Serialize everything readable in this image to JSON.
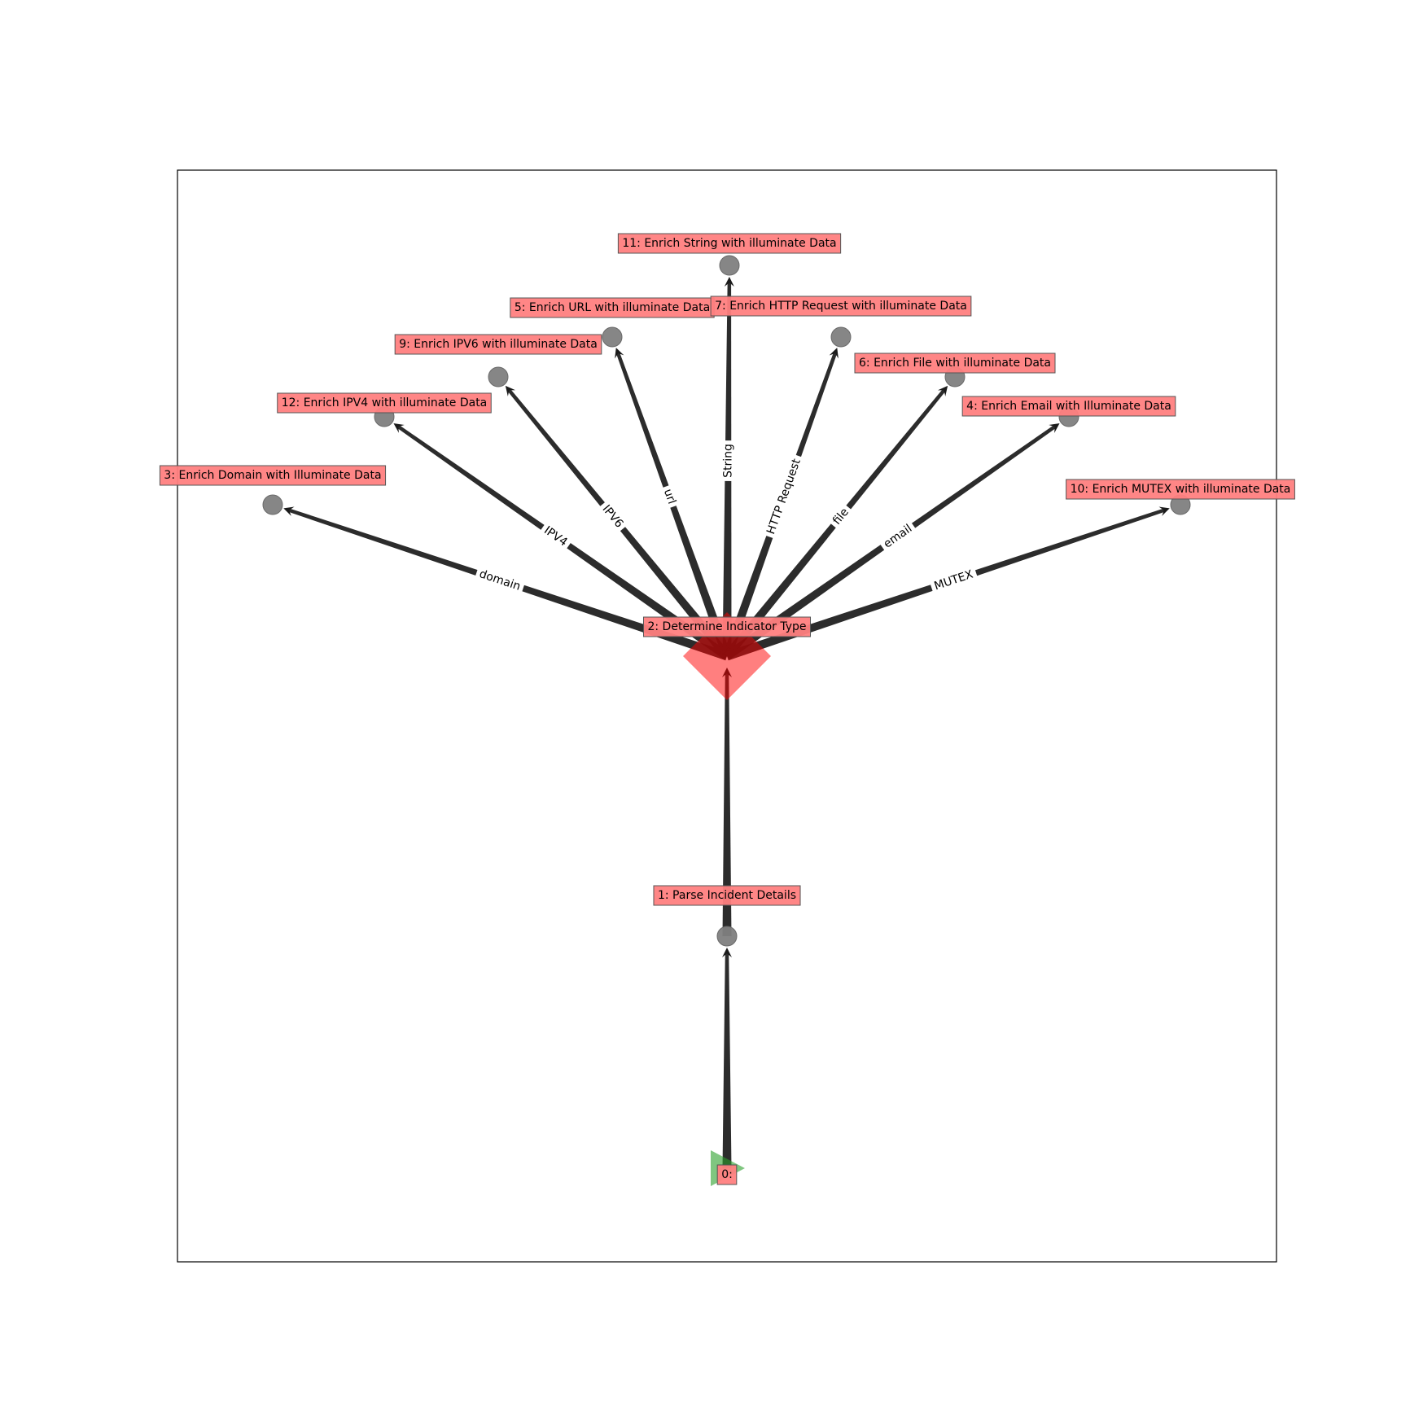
{
  "diagram": {
    "colors": {
      "edge": "#1a1a1a",
      "task_node": "#808080",
      "label_fill": "#ff7f7f",
      "label_stroke": "#555555",
      "decision_node": "#ff0000",
      "start_node": "#2ca02c",
      "frame": "#000000"
    },
    "nodes": [
      {
        "id": "0",
        "label": "0:",
        "shape": "start-triangle"
      },
      {
        "id": "1",
        "label": "1: Parse Incident Details",
        "shape": "circle"
      },
      {
        "id": "2",
        "label": "2: Determine Indicator Type",
        "shape": "diamond"
      },
      {
        "id": "3",
        "label": "3: Enrich Domain with Illuminate Data",
        "shape": "circle"
      },
      {
        "id": "4",
        "label": "4: Enrich Email with Illuminate Data",
        "shape": "circle"
      },
      {
        "id": "5",
        "label": "5: Enrich URL with illuminate Data",
        "shape": "circle"
      },
      {
        "id": "6",
        "label": "6: Enrich File with illuminate Data",
        "shape": "circle"
      },
      {
        "id": "7",
        "label": "7: Enrich HTTP Request with illuminate Data",
        "shape": "circle"
      },
      {
        "id": "9",
        "label": "9: Enrich IPV6 with illuminate Data",
        "shape": "circle"
      },
      {
        "id": "10",
        "label": "10: Enrich MUTEX with illuminate Data",
        "shape": "circle"
      },
      {
        "id": "11",
        "label": "11: Enrich String with illuminate Data",
        "shape": "circle"
      },
      {
        "id": "12",
        "label": "12: Enrich IPV4 with illuminate Data",
        "shape": "circle"
      }
    ],
    "edges": [
      {
        "from": "0",
        "to": "1",
        "label": ""
      },
      {
        "from": "1",
        "to": "2",
        "label": ""
      },
      {
        "from": "2",
        "to": "3",
        "label": "domain"
      },
      {
        "from": "2",
        "to": "12",
        "label": "IPV4"
      },
      {
        "from": "2",
        "to": "9",
        "label": "IPV6"
      },
      {
        "from": "2",
        "to": "5",
        "label": "url"
      },
      {
        "from": "2",
        "to": "11",
        "label": "String"
      },
      {
        "from": "2",
        "to": "7",
        "label": "HTTP Request"
      },
      {
        "from": "2",
        "to": "6",
        "label": "file"
      },
      {
        "from": "2",
        "to": "4",
        "label": "email"
      },
      {
        "from": "2",
        "to": "10",
        "label": "MUTEX"
      }
    ]
  }
}
